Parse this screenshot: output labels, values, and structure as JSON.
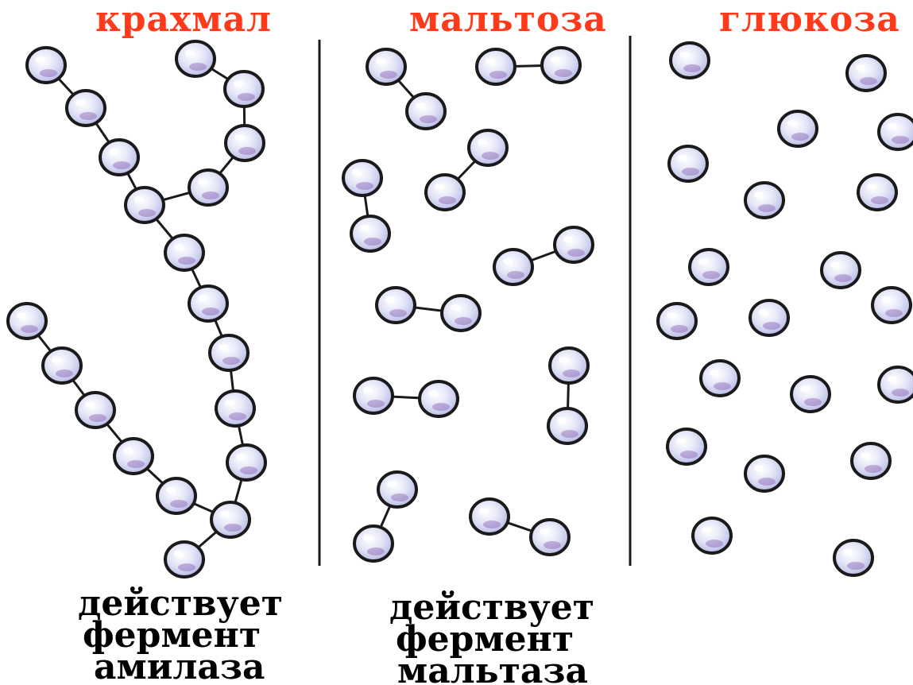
{
  "labels": {
    "starch": "крахмал",
    "maltose": "мальтоза",
    "glucose": "глюкоза"
  },
  "captions": {
    "amylase": {
      "line1": "действует",
      "line2": "фермент",
      "line3": "амилаза"
    },
    "maltase": {
      "line1": "действует",
      "line2": "фермент",
      "line3": "мальтаза"
    }
  },
  "colors": {
    "title": "#ff3a1a",
    "text": "#000000",
    "outline": "#1a1a1a",
    "ball_light": "#ffffff",
    "ball_tint": "#cfd3ef",
    "ball_shadow": "#8a5fb3"
  }
}
